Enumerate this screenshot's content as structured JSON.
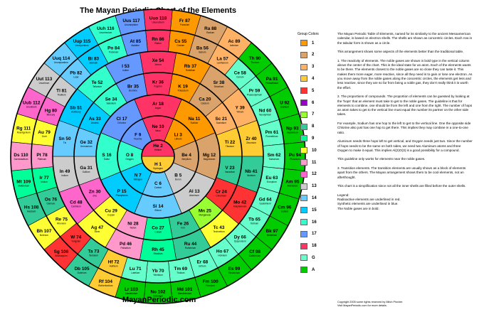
{
  "title": "The Mayan Periodic Chart of the Elements",
  "website": "MayanPeriodic.com",
  "legend": {
    "heading": "Group Colors",
    "groups": [
      {
        "label": "1",
        "color": "#ff9900"
      },
      {
        "label": "2",
        "color": "#d9a36b"
      },
      {
        "label": "3",
        "color": "#ffb266"
      },
      {
        "label": "4",
        "color": "#ffcc33"
      },
      {
        "label": "5",
        "color": "#ff3333"
      },
      {
        "label": "6",
        "color": "#9900cc"
      },
      {
        "label": "7",
        "color": "#99ff33"
      },
      {
        "label": "8",
        "color": "#33cc99"
      },
      {
        "label": "9",
        "color": "#00ff99"
      },
      {
        "label": "10",
        "color": "#ffff33"
      },
      {
        "label": "11",
        "color": "#ff99cc"
      },
      {
        "label": "12",
        "color": "#ff66cc"
      },
      {
        "label": "13",
        "color": "#cccccc"
      },
      {
        "label": "14",
        "color": "#66ccff"
      },
      {
        "label": "15",
        "color": "#00ccff"
      },
      {
        "label": "16",
        "color": "#33ffcc"
      },
      {
        "label": "17",
        "color": "#6699ff"
      },
      {
        "label": "18",
        "color": "#ff3366"
      },
      {
        "label": "G",
        "color": "#66ffcc"
      },
      {
        "label": "A",
        "color": "#00cc00"
      }
    ]
  },
  "article": [
    "The Mayan Periodic Table of Elements, named for its similarity to the ancient Mesoamerican calendar, is based on electron shells. The shells are shown as concentric circles. Each row in the tabular form is shown as a circle.",
    "This arrangement shows some aspects of the elements better than the traditional table.",
    "1. The reactivity of elements. The noble gases are shown in bold type in the vertical column above the center of the chart. This is the ideal state for an atom. Each of the elements wants to be there. The elements closest to the noble gases are so close they can taste it. This makes them more eager, more reactive, since all they need is to gain or lose one electron. As you move away from the noble gases along the concentric circles, the elements get less and less reactive, since they are so far from being a noble gas, they don't really think it is worth the effort.",
    "2. The proportions of compounds. The proportion of elements can be guessed by looking at the 'hops' that an element must take to get to the noble gases. The guideline is that for elements to combine, one should be from the left and one from the right. The number of hops an atom takes to get to the vertical line must equal the number its partner on the other side takes.",
    "For example, Sodium has one hop to the left to get to the vertical line. One the opposite side Chlorine also just has one hop to get there. This implies they may combine in a one-to-one ratio.",
    "Aluminum needs three hops left to get vertical, and Oxygen needs just two. Since the number of hops needs to be the same on both sides, we need two Aluminum atoms and three Oxygen to make it equal. This implies Al(2)O(3) is a good possibility for a compound.",
    "This guideline only works for elements near the noble gases.",
    "3. Transition elements. The transition elements are usually shown as a block of elements apart from the others. The Mayan arrangement shows them to be cool elements, not an afterthought.",
    "This chart is a simplification since not all the inner shells are filled before the outer shells."
  ],
  "legend_note": [
    "Legend:",
    "Radioactive elements are underlined in red.",
    "Synthetic elements are underlined in blue.",
    "The Noble gases are in bold."
  ],
  "copyright": [
    "Copyright 2005 some rights reserved by Mitch Pincher.",
    "Visit MayanPeriodic.com for more details."
  ],
  "rings": [
    {
      "cells": [
        {
          "s": "H 1",
          "n": "Hydrogen",
          "c": "#ffcc33"
        },
        {
          "s": "He 2",
          "n": "Helium",
          "c": "#ff3366"
        }
      ]
    },
    {
      "cells": [
        {
          "s": "Ne 10",
          "n": "Neon",
          "c": "#ff3366"
        },
        {
          "s": "Li 3",
          "n": "Lithium",
          "c": "#ff9900"
        },
        {
          "s": "Be 4",
          "n": "Beryllium",
          "c": "#d9a36b"
        },
        {
          "s": "B 5",
          "n": "Boron",
          "c": "#cccccc"
        },
        {
          "s": "C 6",
          "n": "Carbon",
          "c": "#66ccff"
        },
        {
          "s": "N 7",
          "n": "Nitrogen",
          "c": "#00ccff"
        },
        {
          "s": "O 8",
          "n": "Oxygen",
          "c": "#33ffcc"
        },
        {
          "s": "F 9",
          "n": "Fluorine",
          "c": "#6699ff"
        }
      ]
    },
    {
      "cells": [
        {
          "s": "Ar 18",
          "n": "Argon",
          "c": "#ff3366"
        },
        {
          "s": "Na 11",
          "n": "Sodium",
          "c": "#ff9900"
        },
        {
          "s": "Mg 12",
          "n": "Magnesium",
          "c": "#d9a36b"
        },
        {
          "s": "Al 13",
          "n": "Aluminum",
          "c": "#cccccc"
        },
        {
          "s": "Si 14",
          "n": "Silicon",
          "c": "#66ccff"
        },
        {
          "s": "P 15",
          "n": "Phosphorus",
          "c": "#00ccff"
        },
        {
          "s": "S 16",
          "n": "Sulfur",
          "c": "#33ffcc"
        },
        {
          "s": "Cl 17",
          "n": "Chlorine",
          "c": "#6699ff"
        }
      ]
    },
    {
      "cells": [
        {
          "s": "Kr 36",
          "n": "Krypton",
          "c": "#ff3366"
        },
        {
          "s": "K 19",
          "n": "Potassium",
          "c": "#ff9900"
        },
        {
          "s": "Ca 20",
          "n": "Calcium",
          "c": "#d9a36b"
        },
        {
          "s": "Sc 21",
          "n": "Scandium",
          "c": "#ffb266"
        },
        {
          "s": "Ti 22",
          "n": "Titanium",
          "c": "#ffcc33"
        },
        {
          "s": "V 23",
          "n": "Vanadium",
          "c": "#33cc99"
        },
        {
          "s": "Cr 24",
          "n": "Chromium",
          "c": "#ff3333"
        },
        {
          "s": "Mn 25",
          "n": "Manganese",
          "c": "#99ff33"
        },
        {
          "s": "Fe 26",
          "n": "Iron",
          "c": "#33cc99"
        },
        {
          "s": "Co 27",
          "n": "Cobalt",
          "c": "#00ff99"
        },
        {
          "s": "Ni 28",
          "n": "Nickel",
          "c": "#ff99cc"
        },
        {
          "s": "Cu 29",
          "n": "Copper",
          "c": "#ffff33"
        },
        {
          "s": "Zn 30",
          "n": "Zinc",
          "c": "#ff66cc"
        },
        {
          "s": "Ga 31",
          "n": "Gallium",
          "c": "#cccccc"
        },
        {
          "s": "Ge 32",
          "n": "Germanium",
          "c": "#66ccff"
        },
        {
          "s": "As 33",
          "n": "Arsenic",
          "c": "#00ccff"
        },
        {
          "s": "Se 34",
          "n": "Selenium",
          "c": "#33ffcc"
        },
        {
          "s": "Br 35",
          "n": "Bromine",
          "c": "#6699ff"
        }
      ]
    },
    {
      "cells": [
        {
          "s": "Xe 54",
          "n": "Xenon",
          "c": "#ff3366"
        },
        {
          "s": "Rb 37",
          "n": "Rubidium",
          "c": "#ff9900"
        },
        {
          "s": "Sr 38",
          "n": "Strontium",
          "c": "#d9a36b"
        },
        {
          "s": "Y 39",
          "n": "Yttrium",
          "c": "#ffb266"
        },
        {
          "s": "Zr 40",
          "n": "Zirconium",
          "c": "#ffcc33"
        },
        {
          "s": "Nb 41",
          "n": "Niobium",
          "c": "#33cc99"
        },
        {
          "s": "Mo 42",
          "n": "Molybdenum",
          "c": "#ff3333"
        },
        {
          "s": "Tc 43",
          "n": "Technetium",
          "c": "#ffff33"
        },
        {
          "s": "Ru 44",
          "n": "Ruthenium",
          "c": "#33cc99"
        },
        {
          "s": "Rh 45",
          "n": "Rhodium",
          "c": "#00ff99"
        },
        {
          "s": "Pd 46",
          "n": "Palladium",
          "c": "#ff99cc"
        },
        {
          "s": "Ag 47",
          "n": "Silver",
          "c": "#ffff33"
        },
        {
          "s": "Cd 48",
          "n": "Cadmium",
          "c": "#ff66cc"
        },
        {
          "s": "In 49",
          "n": "Indium",
          "c": "#cccccc"
        },
        {
          "s": "Sn 50",
          "n": "Tin",
          "c": "#66ccff"
        },
        {
          "s": "Sb 51",
          "n": "Antimony",
          "c": "#00ccff"
        },
        {
          "s": "Te 52",
          "n": "Tellurium",
          "c": "#33ffcc"
        },
        {
          "s": "I 53",
          "n": "Iodine",
          "c": "#6699ff"
        }
      ]
    },
    {
      "cells": [
        {
          "s": "Rn 86",
          "n": "Radon",
          "c": "#ff3366"
        },
        {
          "s": "Cs 55",
          "n": "Cesium",
          "c": "#ff9900"
        },
        {
          "s": "Ba 56",
          "n": "Barium",
          "c": "#d9a36b"
        },
        {
          "s": "La 57",
          "n": "Lanthanum",
          "c": "#ffb266"
        },
        {
          "s": "Ce 58",
          "n": "Cerium",
          "c": "#66ffcc"
        },
        {
          "s": "Pr 59",
          "n": "Praseodymium",
          "c": "#66ffcc"
        },
        {
          "s": "Nd 60",
          "n": "Neodymium",
          "c": "#66ffcc"
        },
        {
          "s": "Pm 61",
          "n": "Promethium",
          "c": "#66ffcc"
        },
        {
          "s": "Sm 62",
          "n": "Samarium",
          "c": "#66ffcc"
        },
        {
          "s": "Eu 63",
          "n": "Europium",
          "c": "#66ffcc"
        },
        {
          "s": "Gd 64",
          "n": "Gadolinium",
          "c": "#66ffcc"
        },
        {
          "s": "Tb 65",
          "n": "Terbium",
          "c": "#66ffcc"
        },
        {
          "s": "Dy 66",
          "n": "Dysprosium",
          "c": "#66ffcc"
        },
        {
          "s": "Ho 67",
          "n": "Holmium",
          "c": "#66ffcc"
        },
        {
          "s": "Er 68",
          "n": "Erbium",
          "c": "#66ffcc"
        },
        {
          "s": "Tm 69",
          "n": "Thulium",
          "c": "#66ffcc"
        },
        {
          "s": "Yb 70",
          "n": "Ytterbium",
          "c": "#66ffcc"
        },
        {
          "s": "Lu 71",
          "n": "Lutetium",
          "c": "#66ffcc"
        },
        {
          "s": "Hf 72",
          "n": "Hafnium",
          "c": "#ffcc33"
        },
        {
          "s": "Ta 73",
          "n": "Tantalum",
          "c": "#33cc99"
        },
        {
          "s": "W 74",
          "n": "Tungsten",
          "c": "#ff3333"
        },
        {
          "s": "Re 75",
          "n": "Rhenium",
          "c": "#ffff33"
        },
        {
          "s": "Os 76",
          "n": "Osmium",
          "c": "#33cc99"
        },
        {
          "s": "Ir 77",
          "n": "Iridium",
          "c": "#00ff99"
        },
        {
          "s": "Pt 78",
          "n": "Platinum",
          "c": "#ff99cc"
        },
        {
          "s": "Au 79",
          "n": "Gold",
          "c": "#ffff33"
        },
        {
          "s": "Hg 80",
          "n": "Mercury",
          "c": "#ff66cc"
        },
        {
          "s": "Tl 81",
          "n": "Thallium",
          "c": "#cccccc"
        },
        {
          "s": "Pb 82",
          "n": "Lead",
          "c": "#66ccff"
        },
        {
          "s": "Bi 83",
          "n": "Bismuth",
          "c": "#00ccff"
        },
        {
          "s": "Po 84",
          "n": "Polonium",
          "c": "#33ffcc"
        },
        {
          "s": "At 85",
          "n": "Astatine",
          "c": "#6699ff"
        }
      ]
    },
    {
      "cells": [
        {
          "s": "Uuo 118",
          "n": "Ununoctium",
          "c": "#ff3366"
        },
        {
          "s": "Fr 87",
          "n": "Francium",
          "c": "#ff9900"
        },
        {
          "s": "Ra 88",
          "n": "Radium",
          "c": "#d9a36b"
        },
        {
          "s": "Ac 89",
          "n": "Actinium",
          "c": "#ffb266"
        },
        {
          "s": "Th 90",
          "n": "Thorium",
          "c": "#00cc00"
        },
        {
          "s": "Pa 91",
          "n": "Protactinium",
          "c": "#00cc00"
        },
        {
          "s": "U 92",
          "n": "Uranium",
          "c": "#00cc00"
        },
        {
          "s": "Np 93",
          "n": "Neptunium",
          "c": "#00cc00"
        },
        {
          "s": "Pu 94",
          "n": "Plutonium",
          "c": "#00cc00"
        },
        {
          "s": "Am 95",
          "n": "Americium",
          "c": "#00cc00"
        },
        {
          "s": "Cm 96",
          "n": "Curium",
          "c": "#00cc00"
        },
        {
          "s": "Bk 97",
          "n": "Berkelium",
          "c": "#00cc00"
        },
        {
          "s": "Cf 98",
          "n": "Californium",
          "c": "#00cc00"
        },
        {
          "s": "Es 99",
          "n": "Einsteinium",
          "c": "#00cc00"
        },
        {
          "s": "Fm 100",
          "n": "Fermium",
          "c": "#00cc00"
        },
        {
          "s": "Md 101",
          "n": "Mendelevium",
          "c": "#00cc00"
        },
        {
          "s": "No 102",
          "n": "Nobelium",
          "c": "#00cc00"
        },
        {
          "s": "Lr 103",
          "n": "Lawrencium",
          "c": "#00cc00"
        },
        {
          "s": "Rf 104",
          "n": "Rutherfordium",
          "c": "#ffcc33"
        },
        {
          "s": "Db 105",
          "n": "Dubnium",
          "c": "#33cc99"
        },
        {
          "s": "Sg 106",
          "n": "Seaborgium",
          "c": "#ff3333"
        },
        {
          "s": "Bh 107",
          "n": "Bohrium",
          "c": "#ffff33"
        },
        {
          "s": "Hs 108",
          "n": "Hassium",
          "c": "#33cc99"
        },
        {
          "s": "Mt 109",
          "n": "Meitnerium",
          "c": "#00ff99"
        },
        {
          "s": "Ds 110",
          "n": "Darmstadtium",
          "c": "#ff99cc"
        },
        {
          "s": "Rg 111",
          "n": "Roentgenium",
          "c": "#ffff33"
        },
        {
          "s": "Uub 112",
          "n": "Ununbium",
          "c": "#ff66cc"
        },
        {
          "s": "Uut 113",
          "n": "Ununtrium",
          "c": "#cccccc"
        },
        {
          "s": "Uuq 114",
          "n": "Ununquadium",
          "c": "#66ccff"
        },
        {
          "s": "Uup 115",
          "n": "Ununpentium",
          "c": "#00ccff"
        },
        {
          "s": "Uuh 116",
          "n": "Ununhexium",
          "c": "#33ffcc"
        },
        {
          "s": "Uus 117",
          "n": "Ununseptium",
          "c": "#6699ff"
        }
      ]
    }
  ]
}
